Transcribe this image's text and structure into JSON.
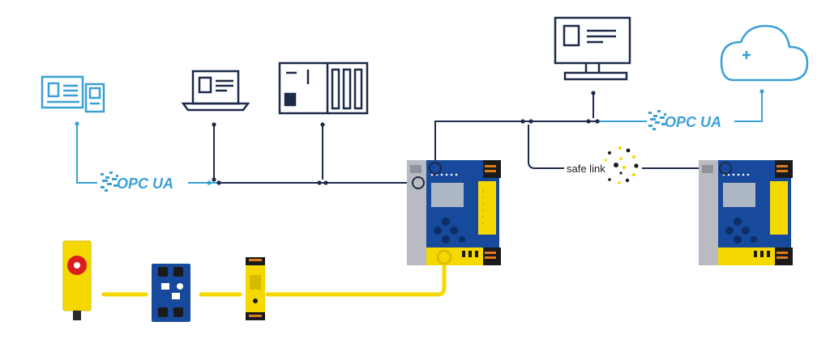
{
  "colors": {
    "background": "#ffffff",
    "network_line": "#1e2a4a",
    "opc_line": "#3aa0d8",
    "safety_line": "#f5d800",
    "device_blue": "#174a9c",
    "device_yellow": "#f5d800",
    "device_gray": "#b8bcc2"
  },
  "labels": {
    "opc_ua_left": "OPC UA",
    "opc_ua_right": "OPC UA",
    "safe_link": "safe link"
  },
  "icons": {
    "hmi_tablet": "hmi-tablet-icon",
    "laptop": "laptop-icon",
    "plc_rack": "plc-rack-icon",
    "desktop_monitor": "desktop-monitor-icon",
    "cloud": "cloud-icon"
  },
  "devices": {
    "safety_controller_main": "safety-controller",
    "safety_controller_remote": "safety-controller",
    "emergency_stop": "emergency-stop-button",
    "io_module": "io-module",
    "safety_relay": "safety-relay"
  }
}
